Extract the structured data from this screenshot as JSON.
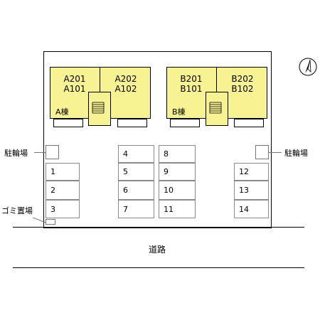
{
  "buildings": [
    {
      "name": "A棟",
      "units": [
        {
          "top": "A201",
          "bottom": "A101"
        },
        {
          "top": "A202",
          "bottom": "A102"
        }
      ]
    },
    {
      "name": "B棟",
      "units": [
        {
          "top": "B201",
          "bottom": "B101"
        },
        {
          "top": "B202",
          "bottom": "B102"
        }
      ]
    }
  ],
  "parking": {
    "col1": [
      "1",
      "2",
      "3"
    ],
    "col2": [
      "4",
      "5",
      "6",
      "7"
    ],
    "col3": [
      "8",
      "9",
      "10",
      "11"
    ],
    "col4": [
      "12",
      "13",
      "14"
    ]
  },
  "labels": {
    "bike_left": "駐輪場",
    "bike_right": "駐輪場",
    "garbage": "ゴミ置場",
    "road": "道路"
  },
  "colors": {
    "building_fill": "#f7f395"
  },
  "icons": {
    "compass": "north-arrow-icon"
  }
}
